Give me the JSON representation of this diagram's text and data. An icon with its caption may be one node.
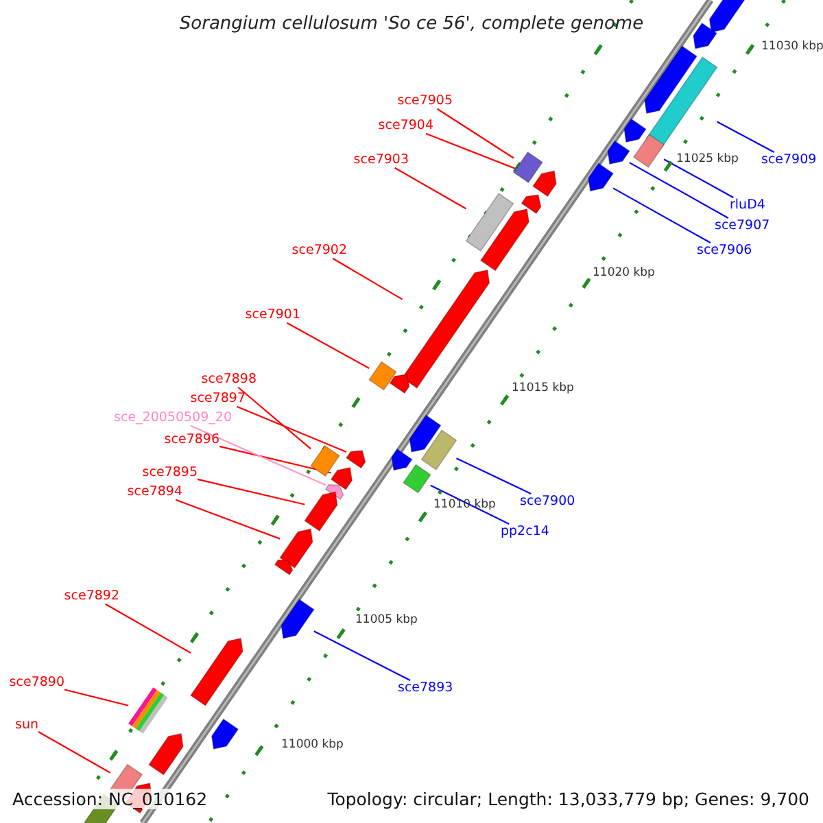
{
  "diagram": {
    "title": "Sorangium cellulosum 'So ce 56', complete genome",
    "nodes": [
      {
        "text": [
          "sce7905"
        ]
      },
      {
        "text": [],
        "shape": "box"
      },
      {
        "text": [
          "sce7904"
        ]
      },
      {
        "text": [],
        "shape": "pentagon"
      },
      {
        "text": [
          "sce7903"
        ]
      },
      {
        "text": [],
        "shape": "box"
      },
      {
        "text": [
          "sce7909"
        ]
      },
      {
        "text": [],
        "shape": "box"
      },
      {
        "text": [
          "rluD4"
        ]
      },
      {
        "text": [],
        "shape": "box"
      },
      {
        "text": [
          "sce7907"
        ]
      },
      {
        "text": [],
        "shape": "pentagon"
      },
      {
        "text": [
          "sce7902"
        ]
      },
      {
        "text": [],
        "shape": "pentagon"
      },
      {
        "text": [
          "sce7906"
        ]
      },
      {
        "text": [],
        "shape": "pentagon"
      },
      {
        "text": [
          "sce7901"
        ]
      },
      {
        "text": [],
        "shape": "box"
      },
      {
        "text": [
          "sce7898"
        ]
      },
      {
        "text": [],
        "shape": "box"
      },
      {
        "text": [
          "sce7897"
        ]
      },
      {
        "text": [],
        "shape": "pentagon"
      },
      {
        "text": [
          "sce_20050509_20"
        ]
      },
      {
        "text": [],
        "shape": "pentagon"
      },
      {
        "text": [
          "sce7896"
        ]
      },
      {
        "text": [],
        "shape": "pentagon"
      },
      {
        "text": [
          "sce7895"
        ]
      },
      {
        "text": [],
        "shape": "pentagon"
      },
      {
        "text": [
          "sce7894"
        ]
      },
      {
        "text": [],
        "shape": "pentagon"
      },
      {
        "text": [
          "sce7900"
        ]
      },
      {
        "text": [],
        "shape": "box"
      },
      {
        "text": [
          "pp2c14"
        ]
      },
      {
        "text": [],
        "shape": "box"
      },
      {
        "text": [
          "sce7892"
        ]
      },
      {
        "text": [],
        "shape": "pentagon"
      },
      {
        "text": [
          "sce7890"
        ]
      },
      {
        "text": [],
        "shape": "box"
      },
      {
        "text": [
          "sce7893"
        ]
      },
      {
        "text": [],
        "shape": "pentagon"
      },
      {
        "text": [
          "sun"
        ]
      },
      {
        "text": [],
        "shape": "box"
      },
      {
        "text": [],
        "shape": "pentagon"
      },
      {
        "text": [],
        "shape": "pentagon"
      },
      {
        "text": [],
        "shape": "pentagon"
      },
      {
        "text": [],
        "shape": "pentagon"
      },
      {
        "text": [],
        "shape": "pentagon"
      },
      {
        "text": [],
        "shape": "pentagon"
      },
      {
        "text": [],
        "shape": "pentagon"
      },
      {
        "text": [],
        "shape": "pentagon"
      },
      {
        "text": [],
        "shape": "pentagon"
      },
      {
        "text": [],
        "shape": "pentagon"
      },
      {
        "text": [],
        "shape": "pentagon"
      },
      {
        "text": [],
        "shape": "pentagon"
      },
      {
        "text": [],
        "shape": "pentagon"
      },
      {
        "text": [],
        "shape": "box"
      }
    ],
    "edges": [
      {
        "from": 0,
        "to": 1,
        "arrow": "none"
      },
      {
        "from": 2,
        "to": 3,
        "arrow": "none"
      },
      {
        "from": 4,
        "to": 5,
        "arrow": "none"
      },
      {
        "from": 6,
        "to": 7,
        "arrow": "none",
        "color": "#0000ff"
      },
      {
        "from": 8,
        "to": 9,
        "arrow": "none",
        "color": "#0000ff"
      },
      {
        "from": 10,
        "to": 11,
        "arrow": "none",
        "color": "#0000ff"
      },
      {
        "from": 12,
        "to": 13,
        "arrow": "none"
      },
      {
        "from": 14,
        "to": 15,
        "arrow": "none",
        "color": "#0000ff"
      },
      {
        "from": 16,
        "to": 17,
        "arrow": "none"
      },
      {
        "from": 18,
        "to": 19,
        "arrow": "none"
      },
      {
        "from": 20,
        "to": 21,
        "arrow": "none"
      },
      {
        "from": 22,
        "to": 23,
        "arrow": "none",
        "color": "#ff99cc"
      },
      {
        "from": 24,
        "to": 25,
        "arrow": "none"
      },
      {
        "from": 26,
        "to": 27,
        "arrow": "none"
      },
      {
        "from": 28,
        "to": 29,
        "arrow": "none"
      },
      {
        "from": 30,
        "to": 31,
        "arrow": "none",
        "color": "#0000ff"
      },
      {
        "from": 32,
        "to": 33,
        "arrow": "none",
        "color": "#0000ff"
      },
      {
        "from": 34,
        "to": 35,
        "arrow": "none"
      },
      {
        "from": 36,
        "to": 37,
        "arrow": "none"
      },
      {
        "from": 38,
        "to": 39,
        "arrow": "none",
        "color": "#0000ff"
      },
      {
        "from": 40,
        "to": 41,
        "arrow": "none"
      }
    ],
    "labels": [
      "11030 kbp",
      "11025 kbp",
      "11020 kbp",
      "11015 kbp",
      "11010 kbp",
      "11005 kbp",
      "11000 kbp",
      "Accession: NC_010162",
      "Topology: circular; Length: 13,033,779 bp; Genes: 9,700"
    ]
  }
}
